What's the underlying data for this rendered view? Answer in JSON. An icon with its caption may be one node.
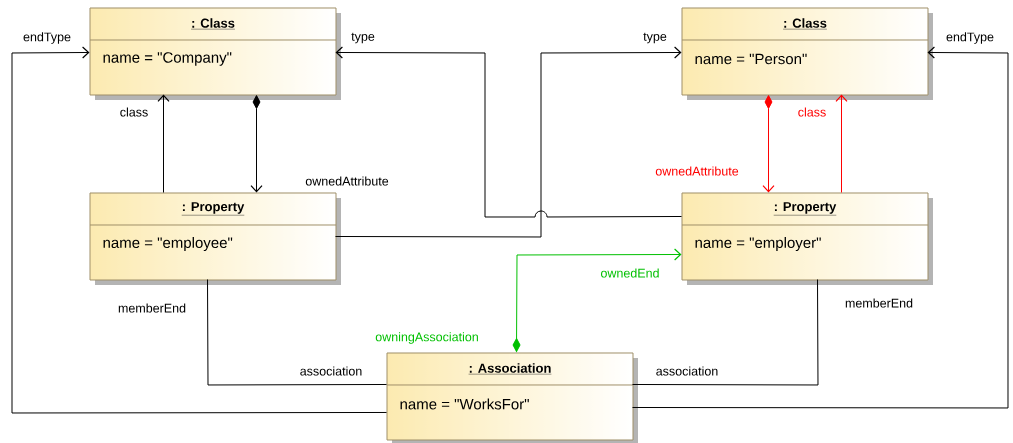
{
  "diagram": {
    "nodes": [
      {
        "text": [
          ": Class",
          "name = \"Company\""
        ]
      },
      {
        "text": [
          ": Class",
          "name = \"Person\""
        ]
      },
      {
        "text": [
          ": Property",
          "name = \"employee\""
        ]
      },
      {
        "text": [
          ": Property",
          "name = \"employer\""
        ]
      },
      {
        "text": [
          ": Association",
          "name = \"WorksFor\""
        ]
      }
    ],
    "edges": [
      {
        "from": 2,
        "to": 0,
        "arrow": "to",
        "label": "class"
      },
      {
        "from": 0,
        "to": 2,
        "arrow": "to",
        "label": "ownedAttribute"
      },
      {
        "from": 3,
        "to": 0,
        "arrow": "to",
        "label": "type"
      },
      {
        "from": 2,
        "to": 1,
        "arrow": "to",
        "label": "type"
      },
      {
        "from": 1,
        "to": 3,
        "arrow": "to",
        "label": "ownedAttribute",
        "color": "#ff0000"
      },
      {
        "from": 3,
        "to": 1,
        "arrow": "to",
        "label": "class",
        "color": "#ff0000"
      },
      {
        "from": 4,
        "to": 3,
        "arrow": "to",
        "label": "ownedEnd",
        "color": "#00c000"
      },
      {
        "from": 2,
        "to": 4,
        "arrow": "none",
        "label": "memberEnd"
      },
      {
        "from": 3,
        "to": 4,
        "arrow": "none",
        "label": "memberEnd"
      },
      {
        "from": 4,
        "to": 0,
        "arrow": "to",
        "label": "endType"
      },
      {
        "from": 4,
        "to": 1,
        "arrow": "to",
        "label": "endType"
      }
    ],
    "labels": [
      "owningAssociation",
      "association",
      "association"
    ]
  }
}
